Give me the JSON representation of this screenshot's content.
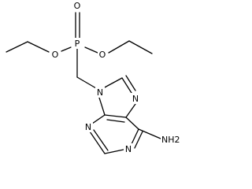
{
  "molecule": {
    "atoms": {
      "P": "P",
      "O_top": "O",
      "O_left": "O",
      "O_right": "O",
      "N9": "N",
      "N7": "N",
      "N3": "N",
      "N1": "N",
      "NH2": "NH2"
    }
  }
}
